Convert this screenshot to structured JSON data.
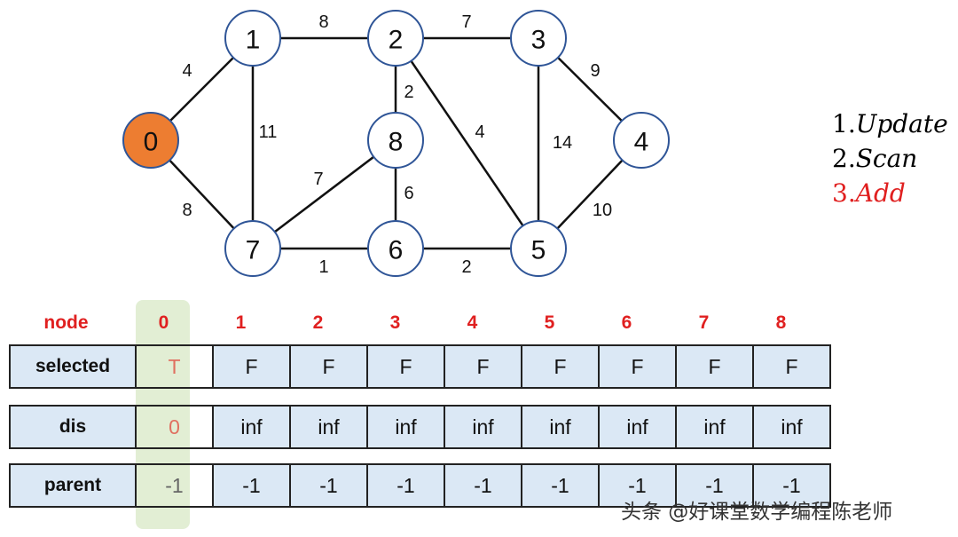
{
  "graph": {
    "nodes": [
      {
        "id": "0",
        "highlighted": true
      },
      {
        "id": "1"
      },
      {
        "id": "2"
      },
      {
        "id": "3"
      },
      {
        "id": "4"
      },
      {
        "id": "5"
      },
      {
        "id": "6"
      },
      {
        "id": "7"
      },
      {
        "id": "8"
      }
    ],
    "edges": [
      {
        "from": "0",
        "to": "1",
        "weight": "4"
      },
      {
        "from": "0",
        "to": "7",
        "weight": "8"
      },
      {
        "from": "1",
        "to": "2",
        "weight": "8"
      },
      {
        "from": "1",
        "to": "7",
        "weight": "11"
      },
      {
        "from": "2",
        "to": "3",
        "weight": "7"
      },
      {
        "from": "2",
        "to": "8",
        "weight": "2"
      },
      {
        "from": "2",
        "to": "5",
        "weight": "4"
      },
      {
        "from": "3",
        "to": "4",
        "weight": "9"
      },
      {
        "from": "3",
        "to": "5",
        "weight": "14"
      },
      {
        "from": "4",
        "to": "5",
        "weight": "10"
      },
      {
        "from": "8",
        "to": "7",
        "weight": "7"
      },
      {
        "from": "8",
        "to": "6",
        "weight": "6"
      },
      {
        "from": "7",
        "to": "6",
        "weight": "1"
      },
      {
        "from": "6",
        "to": "5",
        "weight": "2"
      }
    ],
    "colors": {
      "highlight_fill": "#ed7d31",
      "node_stroke": "#2f5597"
    }
  },
  "steps": [
    {
      "num": "1.",
      "text": "Update",
      "active": false
    },
    {
      "num": "2.",
      "text": "Scan",
      "active": false
    },
    {
      "num": "3.",
      "text": "Add",
      "active": true
    }
  ],
  "table": {
    "header_label": "node",
    "columns": [
      "0",
      "1",
      "2",
      "3",
      "4",
      "5",
      "6",
      "7",
      "8"
    ],
    "rows": [
      {
        "label": "selected",
        "values": [
          "T",
          "F",
          "F",
          "F",
          "F",
          "F",
          "F",
          "F",
          "F"
        ]
      },
      {
        "label": "dis",
        "values": [
          "0",
          "inf",
          "inf",
          "inf",
          "inf",
          "inf",
          "inf",
          "inf",
          "inf"
        ]
      },
      {
        "label": "parent",
        "values": [
          "-1",
          "-1",
          "-1",
          "-1",
          "-1",
          "-1",
          "-1",
          "-1",
          "-1"
        ]
      }
    ],
    "selected_column": "0",
    "colors": {
      "header": "#e02020",
      "cell_bg": "#dbe8f5",
      "highlight_col": "#dfeccf"
    }
  },
  "watermark": "头条 @好课堂数学编程陈老师"
}
